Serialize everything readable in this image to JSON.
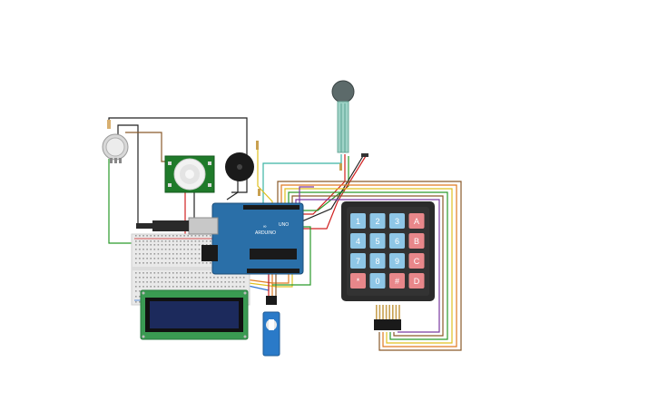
{
  "keypad": {
    "keys": [
      "1",
      "2",
      "3",
      "A",
      "4",
      "5",
      "6",
      "B",
      "7",
      "8",
      "9",
      "C",
      "*",
      "0",
      "#",
      "D"
    ]
  },
  "arduino": {
    "logo": "∞",
    "brand": "ARDUINO",
    "model": "UNO"
  },
  "colors": {
    "blue_key": "#8ec6e6",
    "red_key": "#e8878a",
    "keypad_body": "#2b2b2b",
    "arduino_board": "#2a6fa8",
    "pcb_green": "#1f7a2a",
    "lcd_screen": "#1c2a5c",
    "lcd_board": "#3a9a52",
    "breadboard": "#e9e9e9"
  },
  "components": {
    "keypad": "4x4 keypad",
    "arduino": "arduino uno",
    "pir": "pir sensor",
    "buzzer": "piezo buzzer",
    "pot": "potentiometer",
    "fsr": "force sensor",
    "lcd": "16x2 lcd",
    "servo": "micro servo",
    "breadboard": "mini breadboard"
  }
}
